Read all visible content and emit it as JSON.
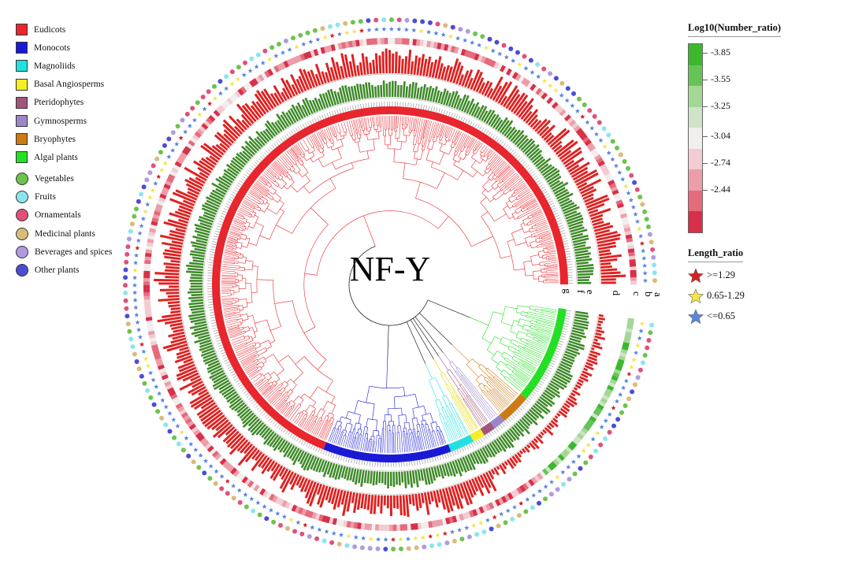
{
  "center_title": "NF-Y",
  "ring_labels": [
    "a",
    "b",
    "c",
    "d",
    "e",
    "f",
    "g"
  ],
  "legend_groups": {
    "items": [
      {
        "label": "Eudicots",
        "color": "#e8262d"
      },
      {
        "label": "Monocots",
        "color": "#1a1ad6"
      },
      {
        "label": "Magnoliids",
        "color": "#22e0e0"
      },
      {
        "label": "Basal Angiosperms",
        "color": "#f4f022"
      },
      {
        "label": "Pteridophytes",
        "color": "#a2547a"
      },
      {
        "label": "Gymnosperms",
        "color": "#9a86c8"
      },
      {
        "label": "Bryophytes",
        "color": "#cc7a14"
      },
      {
        "label": "Algal plants",
        "color": "#24e024"
      }
    ]
  },
  "legend_uses": {
    "items": [
      {
        "label": "Vegetables",
        "color": "#6cc44c"
      },
      {
        "label": "Fruits",
        "color": "#8ae6ee"
      },
      {
        "label": "Ornamentals",
        "color": "#e2507a"
      },
      {
        "label": "Medicinal plants",
        "color": "#d8bc78"
      },
      {
        "label": "Beverages and spices",
        "color": "#b09ae0"
      },
      {
        "label": "Other plants",
        "color": "#4c4cd6"
      }
    ]
  },
  "legend_number_ratio": {
    "title": "Log10(Number_ratio)",
    "labels": [
      "-3.85",
      "-3.55",
      "-3.25",
      "-3.04",
      "-2.74",
      "-2.44"
    ],
    "colors": [
      "#3cb82c",
      "#66c456",
      "#a4d796",
      "#cfe3c8",
      "#f1eeee",
      "#f3ccd2",
      "#ec9ea8",
      "#e56a7a",
      "#d8304a"
    ]
  },
  "legend_length_ratio": {
    "title": "Length_ratio",
    "items": [
      {
        "label": ">=1.29",
        "color": "#d42020"
      },
      {
        "label": "0.65-1.29",
        "color": "#f4e44c"
      },
      {
        "label": "<=0.65",
        "color": "#5a86e0"
      }
    ]
  }
}
